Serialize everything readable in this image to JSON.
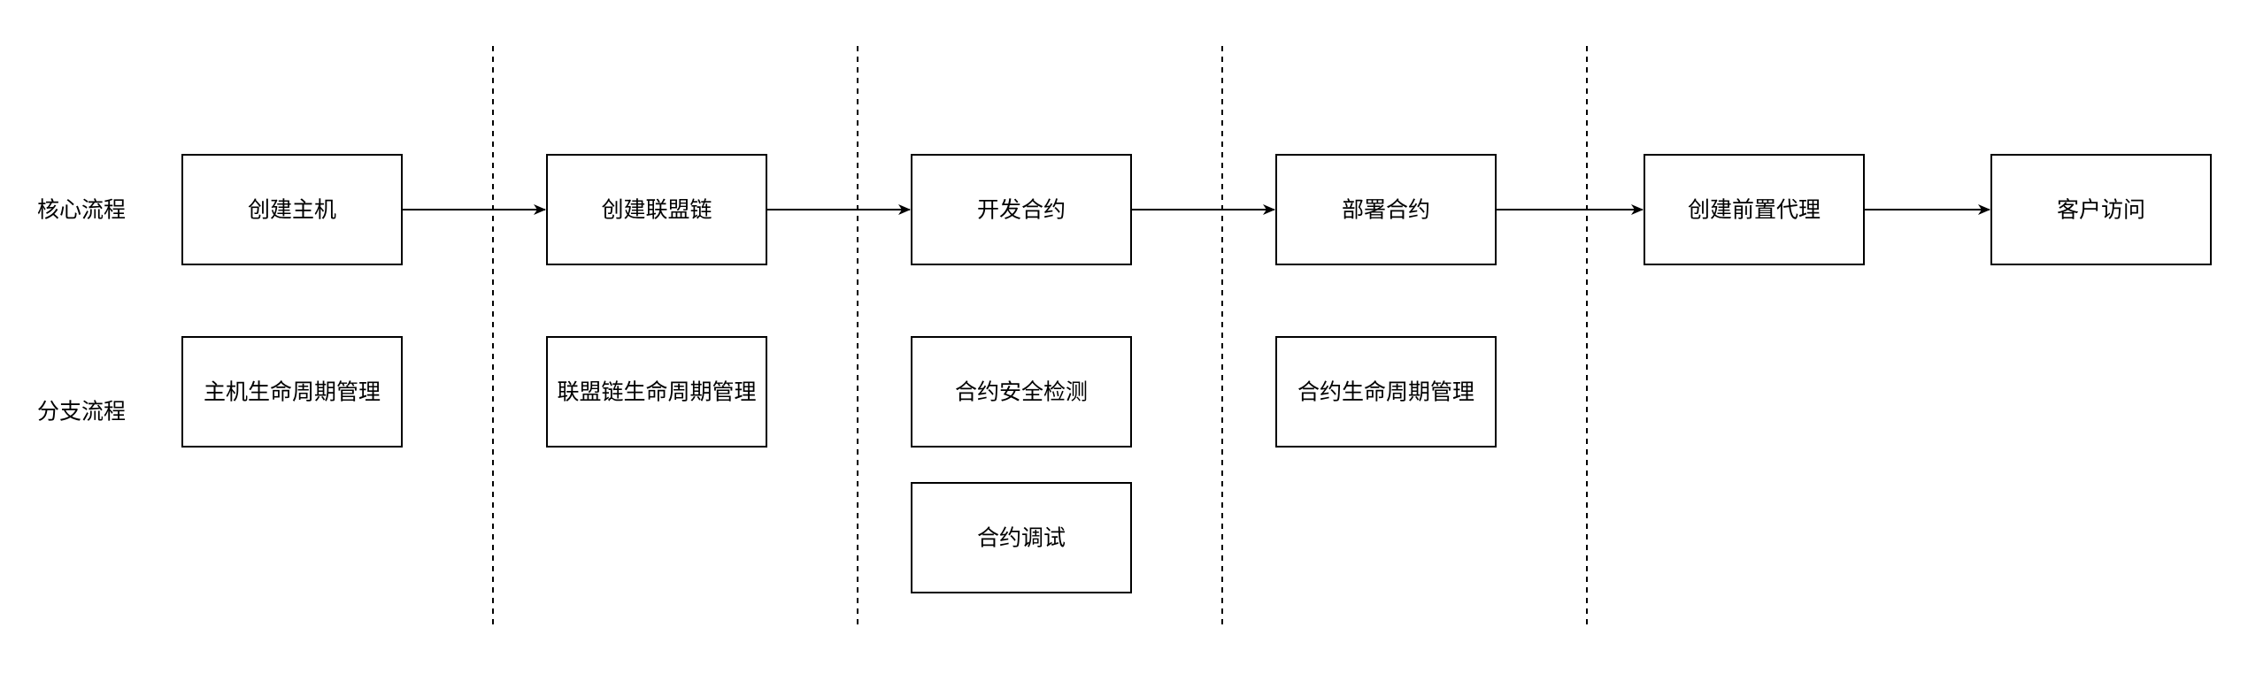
{
  "row_labels": {
    "core": "核心流程",
    "branch": "分支流程"
  },
  "core_flow": [
    "创建主机",
    "创建联盟链",
    "开发合约",
    "部署合约",
    "创建前置代理",
    "客户访问"
  ],
  "branch_flow": {
    "host_lifecycle": "主机生命周期管理",
    "chain_lifecycle": "联盟链生命周期管理",
    "contract_security": "合约安全检测",
    "contract_debug": "合约调试",
    "contract_lifecycle": "合约生命周期管理"
  },
  "colors": {
    "stroke": "#000000",
    "background": "#ffffff"
  }
}
